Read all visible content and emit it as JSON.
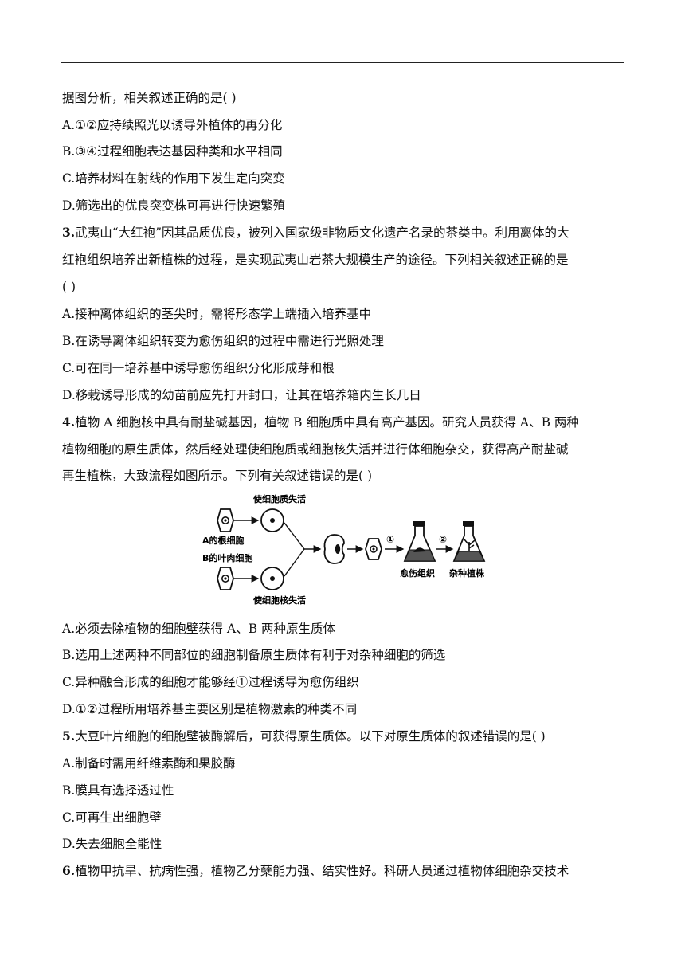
{
  "page": {
    "lines": [
      {
        "text": "据图分析，相关叙述正确的是(      )"
      },
      {
        "text": "A.①②应持续照光以诱导外植体的再分化"
      },
      {
        "text": "B.③④过程细胞表达基因种类和水平相同"
      },
      {
        "text": "C.培养材料在射线的作用下发生定向突变"
      },
      {
        "text": "D.筛选出的优良突变株可再进行快速繁殖"
      },
      {
        "num": "3.",
        "text": "武夷山“大红袍”因其品质优良，被列入国家级非物质文化遗产名录的茶类中。利用离体的大"
      },
      {
        "text": "红袍组织培养出新植株的过程，是实现武夷山岩茶大规模生产的途径。下列相关叙述正确的是"
      },
      {
        "text": "(      )"
      },
      {
        "text": "A.接种离体组织的茎尖时，需将形态学上端插入培养基中"
      },
      {
        "text": "B.在诱导离体组织转变为愈伤组织的过程中需进行光照处理"
      },
      {
        "text": "C.可在同一培养基中诱导愈伤组织分化形成芽和根"
      },
      {
        "text": "D.移栽诱导形成的幼苗前应先打开封口，让其在培养箱内生长几日"
      },
      {
        "num": "4.",
        "text": "植物 A 细胞核中具有耐盐碱基因，植物 B 细胞质中具有高产基因。研究人员获得 A、B 两种"
      },
      {
        "text": "植物细胞的原生质体，然后经处理使细胞质或细胞核失活并进行体细胞杂交，获得高产耐盐碱"
      },
      {
        "text": "再生植株，大致流程如图所示。下列有关叙述错误的是(      )"
      },
      {
        "text": "A.必须去除植物的细胞壁获得 A、B 两种原生质体"
      },
      {
        "text": "B.选用上述两种不同部位的细胞制备原生质体有利于对杂种细胞的筛选"
      },
      {
        "text": "C.异种融合形成的细胞才能够经①过程诱导为愈伤组织"
      },
      {
        "text": "D.①②过程所用培养基主要区别是植物激素的种类不同"
      },
      {
        "num": "5.",
        "text": "大豆叶片细胞的细胞壁被酶解后，可获得原生质体。以下对原生质体的叙述错误的是(      )"
      },
      {
        "text": "A.制备时需用纤维素酶和果胶酶"
      },
      {
        "text": "B.膜具有选择透过性"
      },
      {
        "text": "C.可再生出细胞壁"
      },
      {
        "text": "D.失去细胞全能性"
      },
      {
        "num": "6.",
        "text": "植物甲抗旱、抗病性强，植物乙分蘖能力强、结实性好。科研人员通过植物体细胞杂交技术"
      }
    ]
  },
  "diagram": {
    "label_top": "使细胞质失活",
    "label_a": "A的根细胞",
    "label_b": "B的叶肉细胞",
    "label_bottom": "使细胞核失活",
    "step1": "①",
    "step2": "②",
    "label_callus": "愈伤组织",
    "label_hybrid": "杂种植株"
  }
}
